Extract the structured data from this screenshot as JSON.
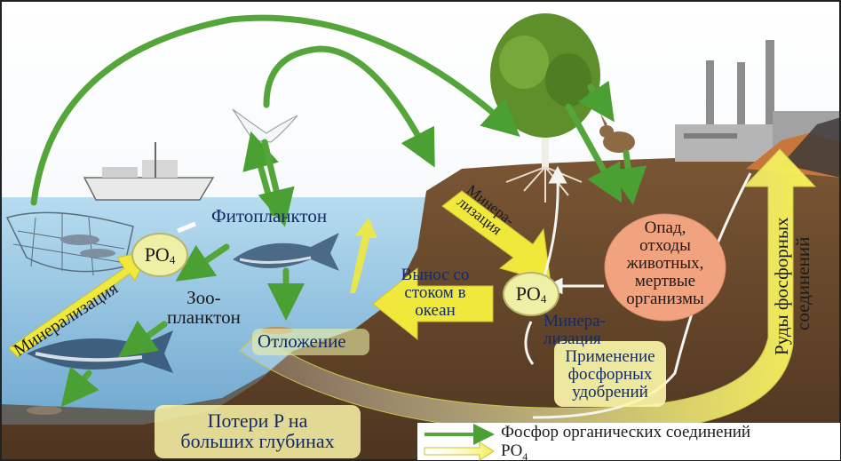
{
  "labels": {
    "phytoplankton": "Фитопланктон",
    "zooplankton_line1": "Зоо-",
    "zooplankton_line2": "планктон",
    "mineralization_left": "Минерализация",
    "sediment": "Отложение",
    "loss_line1": "Потери P на",
    "loss_line2": "больших глубинах",
    "runoff_line1": "Вынос со",
    "runoff_line2": "стоком в",
    "runoff_line3": "океан",
    "mineral_top_line1": "Минера-",
    "mineral_top_line2": "лизация",
    "mineral_bottom_line1": "Минера-",
    "mineral_bottom_line2": "лизация",
    "fertilizer_line1": "Применение",
    "fertilizer_line2": "фосфорных",
    "fertilizer_line3": "удобрений",
    "litter_line1": "Опад,",
    "litter_line2": "отходы",
    "litter_line3": "животных,",
    "litter_line4": "мертвые",
    "litter_line5": "организмы",
    "ores_line1": "Руды фосфорных",
    "ores_line2": "соединений",
    "po4_main": "PO",
    "po4_sub": "4"
  },
  "legend": {
    "organic": "Фосфор органических соединений",
    "po4_main": "PO",
    "po4_sub": "4"
  },
  "colors": {
    "water": "#9fcbe6",
    "soil": "#6b4a2e",
    "green_arrow": "#54a53a",
    "yellow_arrow": "#e8e84a",
    "litter_oval": "#f1a27f",
    "po4_circle": "#eef0a6"
  },
  "icons": [
    "ship-icon",
    "fishing-net-icon",
    "seagull-icon",
    "tuna-icon",
    "tree-icon",
    "rabbit-icon",
    "factory-icon",
    "ore-pile-icon"
  ]
}
